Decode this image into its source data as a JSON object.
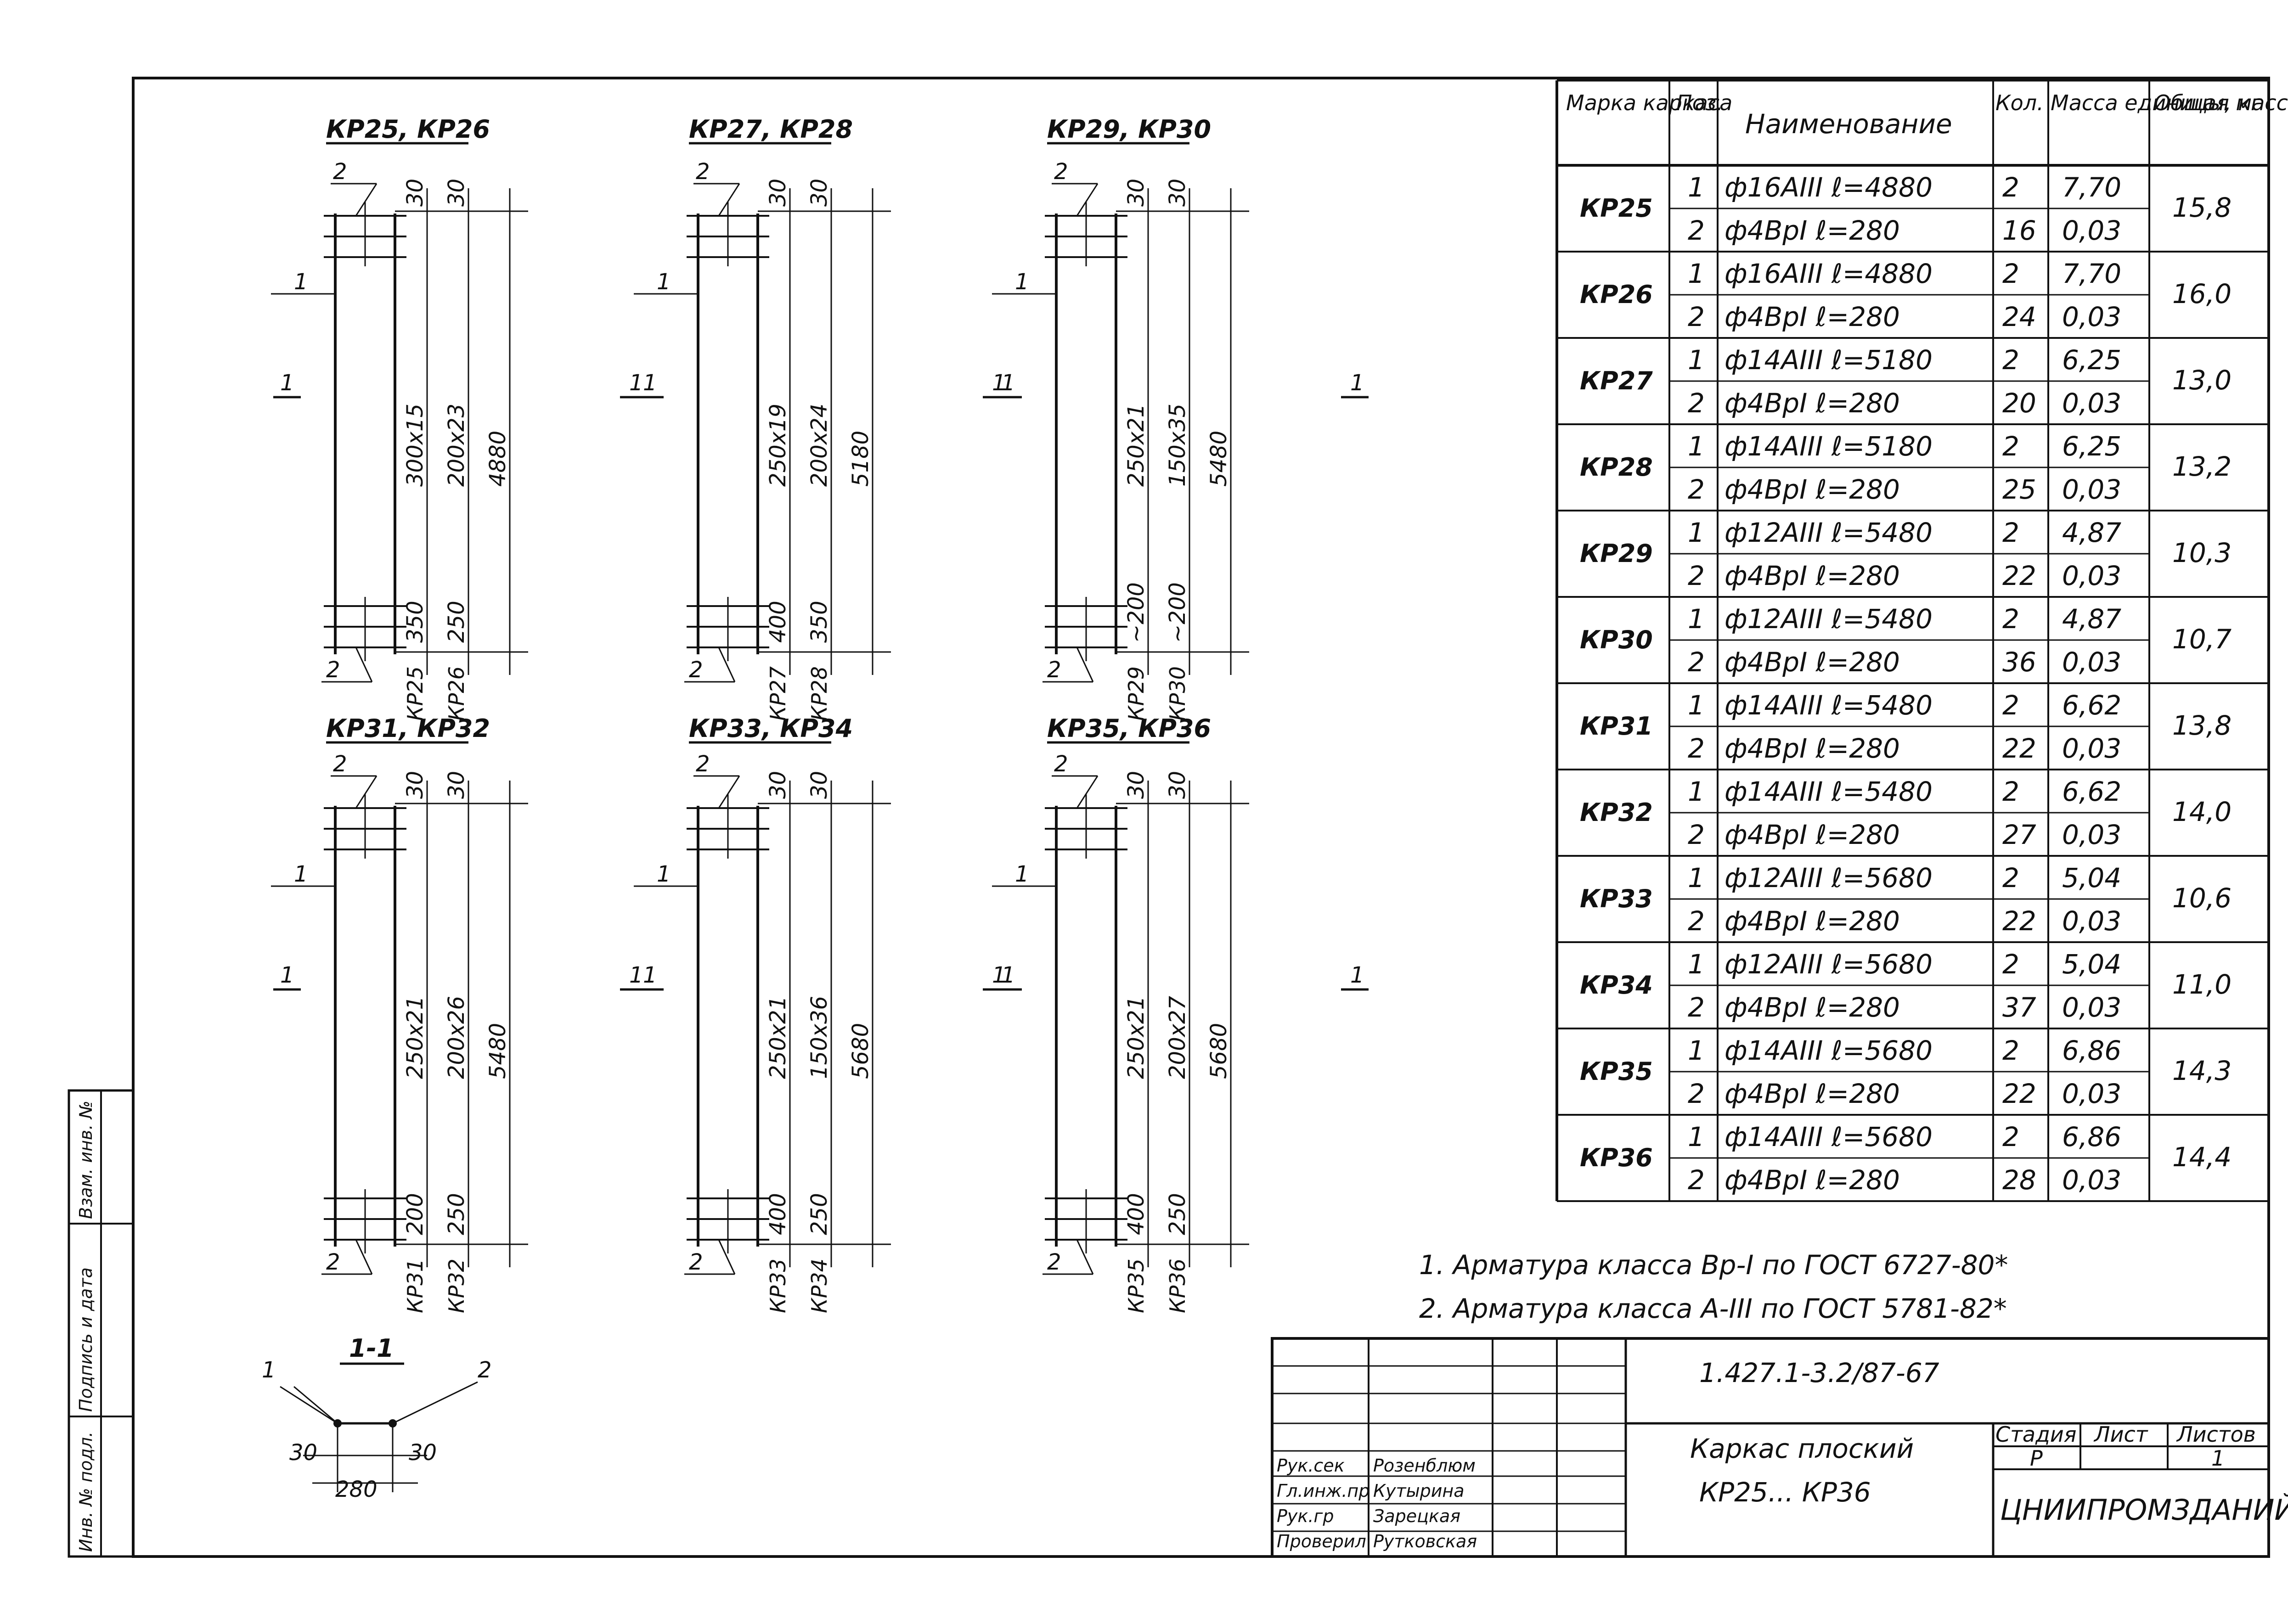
{
  "spec_table": {
    "headers": {
      "mark": "Марка каркаса",
      "pos": "Поз.",
      "name": "Наименование",
      "qty": "Кол.",
      "unit_mass": "Масса единицы, кг",
      "total_mass": "Общая масса, кг"
    },
    "rows": [
      {
        "mark": "КР25",
        "total": "15,8",
        "items": [
          {
            "pos": "1",
            "name": "ф16АIII  ℓ=4880",
            "qty": "2",
            "mass": "7,70"
          },
          {
            "pos": "2",
            "name": "ф4ВрI  ℓ=280",
            "qty": "16",
            "mass": "0,03"
          }
        ]
      },
      {
        "mark": "КР26",
        "total": "16,0",
        "items": [
          {
            "pos": "1",
            "name": "ф16АIII  ℓ=4880",
            "qty": "2",
            "mass": "7,70"
          },
          {
            "pos": "2",
            "name": "ф4ВрI  ℓ=280",
            "qty": "24",
            "mass": "0,03"
          }
        ]
      },
      {
        "mark": "КР27",
        "total": "13,0",
        "items": [
          {
            "pos": "1",
            "name": "ф14АIII  ℓ=5180",
            "qty": "2",
            "mass": "6,25"
          },
          {
            "pos": "2",
            "name": "ф4ВрI  ℓ=280",
            "qty": "20",
            "mass": "0,03"
          }
        ]
      },
      {
        "mark": "КР28",
        "total": "13,2",
        "items": [
          {
            "pos": "1",
            "name": "ф14АIII  ℓ=5180",
            "qty": "2",
            "mass": "6,25"
          },
          {
            "pos": "2",
            "name": "ф4ВрI  ℓ=280",
            "qty": "25",
            "mass": "0,03"
          }
        ]
      },
      {
        "mark": "КР29",
        "total": "10,3",
        "items": [
          {
            "pos": "1",
            "name": "ф12АIII  ℓ=5480",
            "qty": "2",
            "mass": "4,87"
          },
          {
            "pos": "2",
            "name": "ф4ВрI  ℓ=280",
            "qty": "22",
            "mass": "0,03"
          }
        ]
      },
      {
        "mark": "КР30",
        "total": "10,7",
        "items": [
          {
            "pos": "1",
            "name": "ф12АIII  ℓ=5480",
            "qty": "2",
            "mass": "4,87"
          },
          {
            "pos": "2",
            "name": "ф4ВрI  ℓ=280",
            "qty": "36",
            "mass": "0,03"
          }
        ]
      },
      {
        "mark": "КР31",
        "total": "13,8",
        "items": [
          {
            "pos": "1",
            "name": "ф14АIII  ℓ=5480",
            "qty": "2",
            "mass": "6,62"
          },
          {
            "pos": "2",
            "name": "ф4ВрI  ℓ=280",
            "qty": "22",
            "mass": "0,03"
          }
        ]
      },
      {
        "mark": "КР32",
        "total": "14,0",
        "items": [
          {
            "pos": "1",
            "name": "ф14АIII  ℓ=5480",
            "qty": "2",
            "mass": "6,62"
          },
          {
            "pos": "2",
            "name": "ф4ВрI  ℓ=280",
            "qty": "27",
            "mass": "0,03"
          }
        ]
      },
      {
        "mark": "КР33",
        "total": "10,6",
        "items": [
          {
            "pos": "1",
            "name": "ф12АIII  ℓ=5680",
            "qty": "2",
            "mass": "5,04"
          },
          {
            "pos": "2",
            "name": "ф4ВрI  ℓ=280",
            "qty": "22",
            "mass": "0,03"
          }
        ]
      },
      {
        "mark": "КР34",
        "total": "11,0",
        "items": [
          {
            "pos": "1",
            "name": "ф12АIII  ℓ=5680",
            "qty": "2",
            "mass": "5,04"
          },
          {
            "pos": "2",
            "name": "ф4ВрI  ℓ=280",
            "qty": "37",
            "mass": "0,03"
          }
        ]
      },
      {
        "mark": "КР35",
        "total": "14,3",
        "items": [
          {
            "pos": "1",
            "name": "ф14АIII  ℓ=5680",
            "qty": "2",
            "mass": "6,86"
          },
          {
            "pos": "2",
            "name": "ф4ВрI  ℓ=280",
            "qty": "22",
            "mass": "0,03"
          }
        ]
      },
      {
        "mark": "КР36",
        "total": "14,4",
        "items": [
          {
            "pos": "1",
            "name": "ф14АIII  ℓ=5680",
            "qty": "2",
            "mass": "6,86"
          },
          {
            "pos": "2",
            "name": "ф4ВрI  ℓ=280",
            "qty": "28",
            "mass": "0,03"
          }
        ]
      }
    ]
  },
  "drawings": [
    {
      "title": "КР25, КР26",
      "dims": [
        "300x15",
        "200x23",
        "4880"
      ],
      "top": [
        "30",
        "30"
      ],
      "bottom": [
        "350",
        "250"
      ],
      "marks": [
        "КР25",
        "КР26"
      ]
    },
    {
      "title": "КР27, КР28",
      "dims": [
        "250x19",
        "200x24",
        "5180"
      ],
      "top": [
        "30",
        "30"
      ],
      "bottom": [
        "400",
        "350"
      ],
      "marks": [
        "КР27",
        "КР28"
      ]
    },
    {
      "title": "КР29, КР30",
      "dims": [
        "250x21",
        "150x35",
        "5480"
      ],
      "top": [
        "30",
        "30"
      ],
      "bottom": [
        "~200",
        "~200"
      ],
      "marks": [
        "КР29",
        "КР30"
      ]
    },
    {
      "title": "КР31, КР32",
      "dims": [
        "250x21",
        "200x26",
        "5480"
      ],
      "top": [
        "30",
        "30"
      ],
      "bottom": [
        "200",
        "250"
      ],
      "marks": [
        "КР31",
        "КР32"
      ]
    },
    {
      "title": "КР33, КР34",
      "dims": [
        "250x21",
        "150x36",
        "5680"
      ],
      "top": [
        "30",
        "30"
      ],
      "bottom": [
        "400",
        "250"
      ],
      "marks": [
        "КР33",
        "КР34"
      ]
    },
    {
      "title": "КР35, КР36",
      "dims": [
        "250x21",
        "200x27",
        "5680"
      ],
      "top": [
        "30",
        "30"
      ],
      "bottom": [
        "400",
        "250"
      ],
      "marks": [
        "КР35",
        "КР36"
      ]
    }
  ],
  "labels": {
    "pos1": "1",
    "pos2": "2",
    "section": "1"
  },
  "section_view": {
    "title": "1-1",
    "left": "30",
    "right": "30",
    "width": "280",
    "label1": "1",
    "label2": "2"
  },
  "notes": [
    "1. Арматура класса Вр-I по ГОСТ 6727-80*",
    "2. Арматура класса А-III по ГОСТ 5781-82*"
  ],
  "title_block": {
    "doc_code": "1.427.1-3.2/87-67",
    "title_line1": "Каркас плоский",
    "title_line2": "КР25... КР36",
    "stage_label": "Стадия",
    "sheet_label": "Лист",
    "sheets_label": "Листов",
    "stage": "Р",
    "sheets": "1",
    "org": "ЦНИИПРОМЗДАНИЙ",
    "signers": [
      {
        "role": "Рук.сек",
        "name": "Розенблюм"
      },
      {
        "role": "Гл.инж.пр",
        "name": "Кутырина"
      },
      {
        "role": "Рук.гр",
        "name": "Зарецкая"
      },
      {
        "role": "Проверил",
        "name": "Рутковская"
      }
    ]
  },
  "side_stamp": [
    "Инв. № подл.",
    "Подпись и дата",
    "Взам. инв. №"
  ]
}
